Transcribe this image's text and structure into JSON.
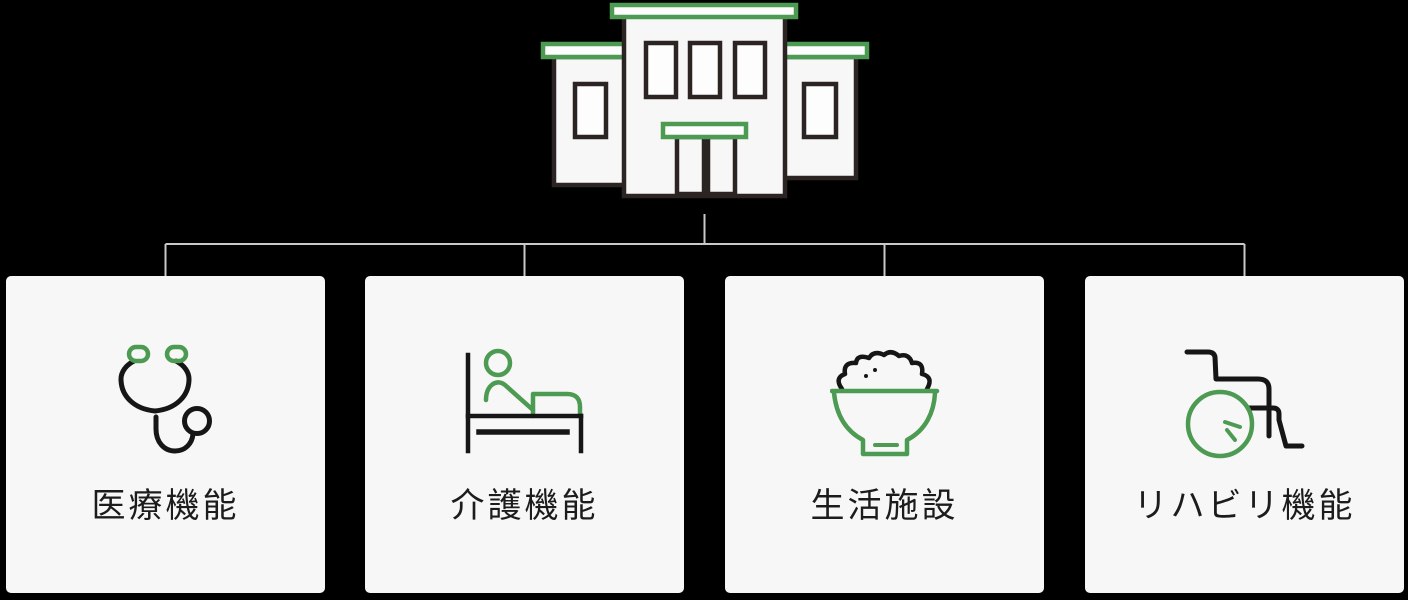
{
  "diagram": {
    "root": {
      "icon": "hospital-building-icon"
    },
    "cards": [
      {
        "label": "医療機能",
        "icon": "stethoscope-icon"
      },
      {
        "label": "介護機能",
        "icon": "nursing-bed-icon"
      },
      {
        "label": "生活施設",
        "icon": "rice-bowl-icon"
      },
      {
        "label": "リハビリ機能",
        "icon": "wheelchair-icon"
      }
    ],
    "colors": {
      "background": "#000000",
      "card_bg": "#f7f7f7",
      "connector": "#c9c9c9",
      "accent_green": "#4d9b52",
      "outline_dark": "#2b2422",
      "icon_black": "#161616",
      "label_text": "#1c1c1c"
    }
  }
}
